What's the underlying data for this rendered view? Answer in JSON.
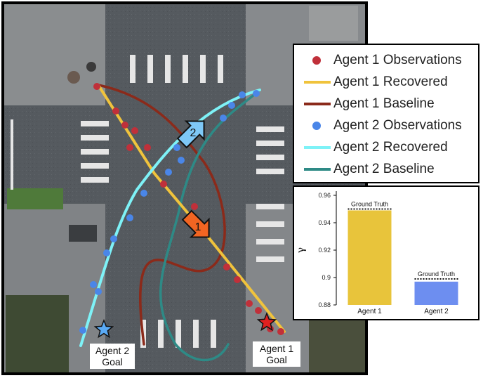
{
  "legend": {
    "items": [
      {
        "label": "Agent 1 Observations",
        "kind": "dot",
        "color": "#c0303a"
      },
      {
        "label": "Agent 1 Recovered",
        "kind": "line",
        "color": "#f0c33c"
      },
      {
        "label": "Agent 1 Baseline",
        "kind": "line",
        "color": "#8b2a1a"
      },
      {
        "label": "Agent 2 Observations",
        "kind": "dot",
        "color": "#4a86e8"
      },
      {
        "label": "Agent 2 Recovered",
        "kind": "line",
        "color": "#7ef2f7"
      },
      {
        "label": "Agent 2 Baseline",
        "kind": "line",
        "color": "#2e8a86"
      }
    ]
  },
  "markers": {
    "agent1_arrow": "1",
    "agent2_arrow": "2",
    "agent1_goal": "Agent 1\nGoal",
    "agent2_goal": "Agent 2\nGoal",
    "agent1_arrow_color": "#f26522",
    "agent2_arrow_color": "#7ec8f7",
    "agent1_star_color": "#e02020",
    "agent2_star_color": "#5aaaf5"
  },
  "chart_data": {
    "type": "bar",
    "categories": [
      "Agent 1",
      "Agent 2"
    ],
    "values": [
      0.949,
      0.897
    ],
    "colors": [
      "#e8c43b",
      "#6d8ef0"
    ],
    "reference": {
      "label": "Ground Truth",
      "values": [
        0.95,
        0.899
      ]
    },
    "ylabel": "γ",
    "ylim": [
      0.88,
      0.96
    ],
    "yticks": [
      "0.96",
      "0.94",
      "0.92",
      "0.9",
      "0.88"
    ],
    "ytick_values": [
      0.96,
      0.94,
      0.92,
      0.9,
      0.88
    ]
  }
}
